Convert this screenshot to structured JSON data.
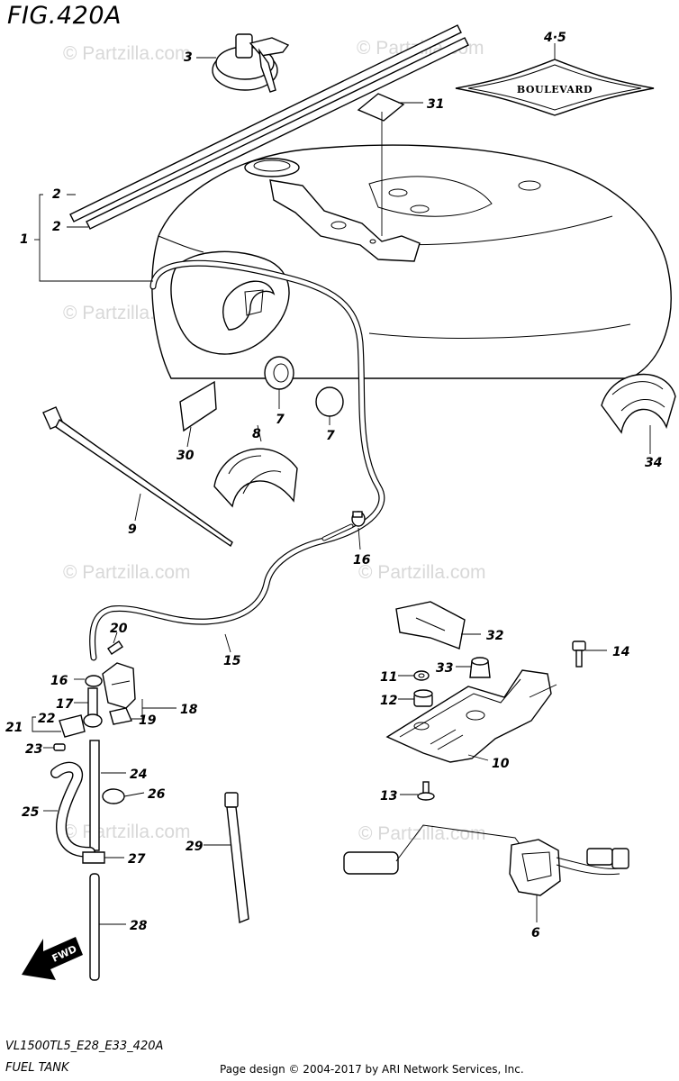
{
  "figure_title": "FIG.420A",
  "diagram_code": "VL1500TL5_E28_E33_420A",
  "diagram_name": "FUEL TANK",
  "page_credit": "Page design © 2004-2017 by ARI Network Services, Inc.",
  "watermark_text": "© Partzilla.com",
  "badge_text": "BOULEVARD",
  "fwd_text": "FWD",
  "part_labels": {
    "p1": "1",
    "p2a": "2",
    "p2b": "2",
    "p3": "3",
    "p45": "4·5",
    "p6": "6",
    "p7a": "7",
    "p7b": "7",
    "p8": "8",
    "p9": "9",
    "p10": "10",
    "p11": "11",
    "p12": "12",
    "p13": "13",
    "p14": "14",
    "p15": "15",
    "p16a": "16",
    "p16b": "16",
    "p17": "17",
    "p18": "18",
    "p19": "19",
    "p20": "20",
    "p21": "21",
    "p22": "22",
    "p23": "23",
    "p24": "24",
    "p25": "25",
    "p26": "26",
    "p27": "27",
    "p28": "28",
    "p29": "29",
    "p30": "30",
    "p31": "31",
    "p32": "32",
    "p33": "33",
    "p34": "34"
  }
}
